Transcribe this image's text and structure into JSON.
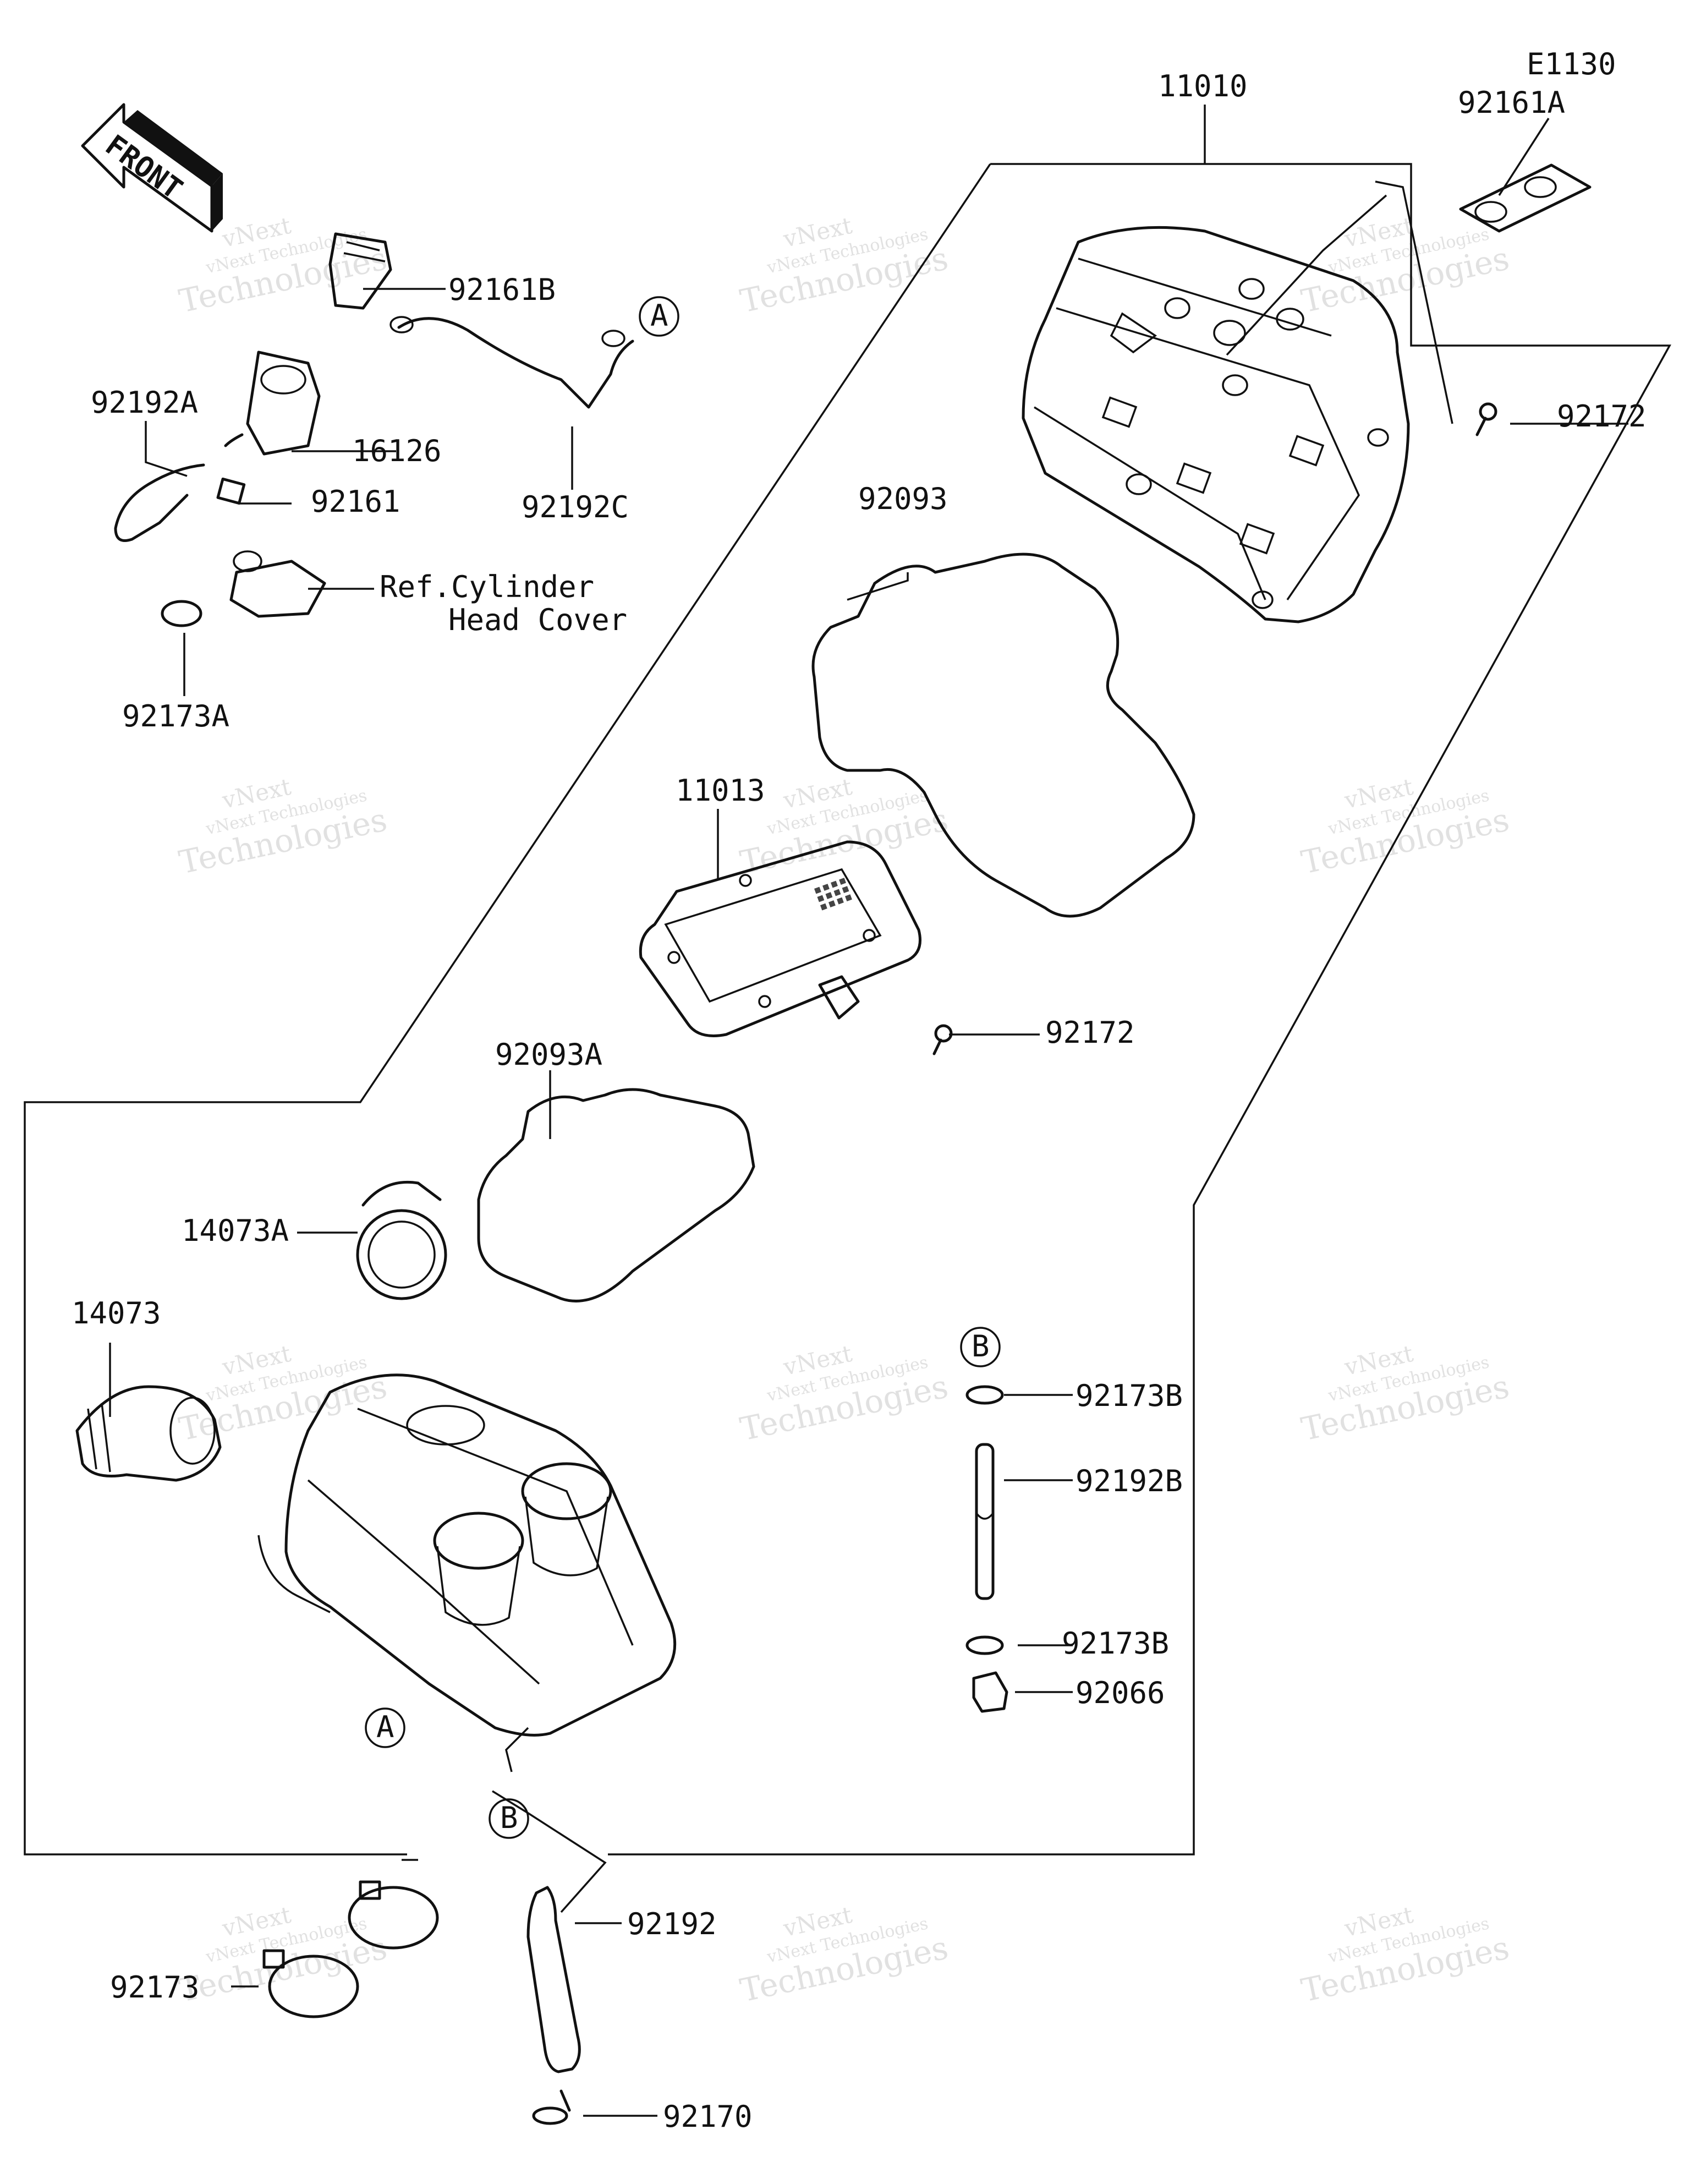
{
  "diagram_code": "E1130",
  "front_label": "FRONT",
  "watermark": {
    "brand": "vNext",
    "text": "vNext Technologies",
    "large": "Technologies"
  },
  "callouts": {
    "c11010": "11010",
    "c92161A": "92161A",
    "c92161B": "92161B",
    "c92172_top": "92172",
    "c92192A": "92192A",
    "c16126": "16126",
    "c92161": "92161",
    "c92192C": "92192C",
    "c92093": "92093",
    "ref_line1": "Ref.Cylinder",
    "ref_line2": "Head Cover",
    "c92173A": "92173A",
    "c11013": "11013",
    "c92172_mid": "92172",
    "c92093A": "92093A",
    "c14073A": "14073A",
    "c14073": "14073",
    "c92173B_top": "92173B",
    "c92192B": "92192B",
    "c92173B_bottom": "92173B",
    "c92066": "92066",
    "c92192": "92192",
    "c92173": "92173",
    "c92170": "92170"
  },
  "markers": {
    "A_top": "A",
    "A_bottom": "A",
    "B_right": "B",
    "B_bottom": "B"
  }
}
